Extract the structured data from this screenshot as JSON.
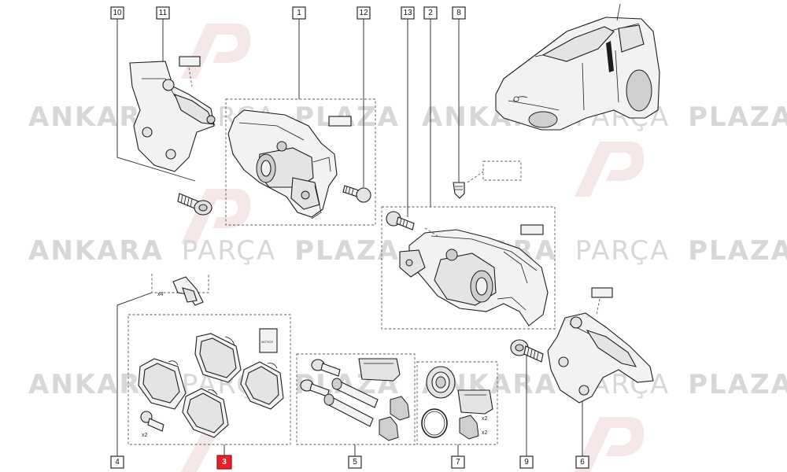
{
  "watermark": {
    "word1": "ANKARA",
    "word2": "PARÇA",
    "word3": "PLAZA"
  },
  "callouts": [
    "10",
    "11",
    "1",
    "12",
    "13",
    "2",
    "8",
    "4",
    "3",
    "5",
    "7",
    "9",
    "6"
  ],
  "highlighted_callout": "3",
  "quantity_labels": {
    "clips": "x4",
    "screws": "x2",
    "boots": "x2",
    "rings": "x2"
  },
  "notice_card_text": "NOTICE",
  "colors": {
    "highlight": "#e8202a",
    "watermark": "#d7d7d7",
    "line": "#1c1c1c"
  }
}
